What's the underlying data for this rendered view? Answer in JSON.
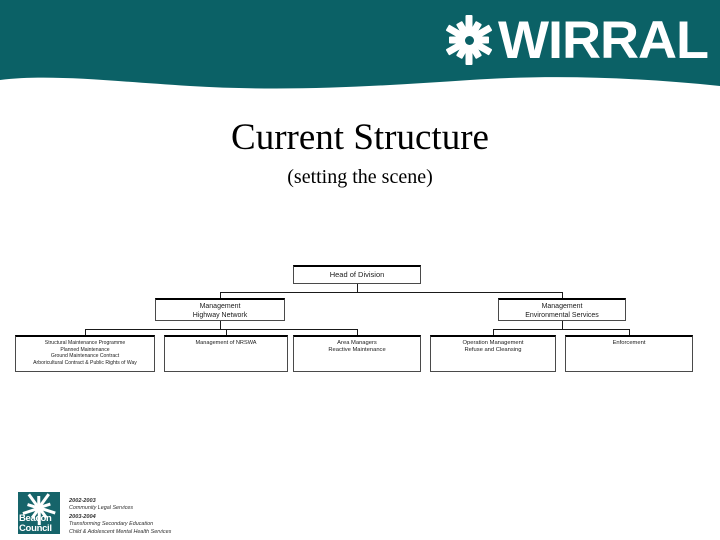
{
  "header": {
    "brand": "WIRRAL",
    "logo_icon": "starburst-icon",
    "background_color": "#0b6166"
  },
  "title": {
    "heading": "Current Structure",
    "subheading": "(setting the scene)"
  },
  "org_chart": {
    "root": {
      "label": "Head of Division"
    },
    "level2": [
      {
        "label": "Management\nHighway Network"
      },
      {
        "label": "Management\nEnvironmental Services"
      }
    ],
    "level3": [
      {
        "label": "Structural Maintenance Programme\nPlanned Maintenance\nGround Maintenance Contract\nArboricultural Contract & Public Rights of Way"
      },
      {
        "label": "Management of NRSWA"
      },
      {
        "label": "Area Managers\nReactive Maintenance"
      },
      {
        "label": "Operation Management\nRefuse and Cleansing"
      },
      {
        "label": "Enforcement"
      }
    ]
  },
  "footer": {
    "logo_text_line1": "Beacon",
    "logo_text_line2": "Council",
    "logo_icon": "beacon-starburst-icon",
    "awards": [
      {
        "year": "2002-2003",
        "name": "Community Legal Services"
      },
      {
        "year": "2003-2004",
        "name": "Transforming Secondary Education"
      },
      {
        "year": "",
        "name": "Child & Adolescent Mental Health Services"
      }
    ]
  }
}
